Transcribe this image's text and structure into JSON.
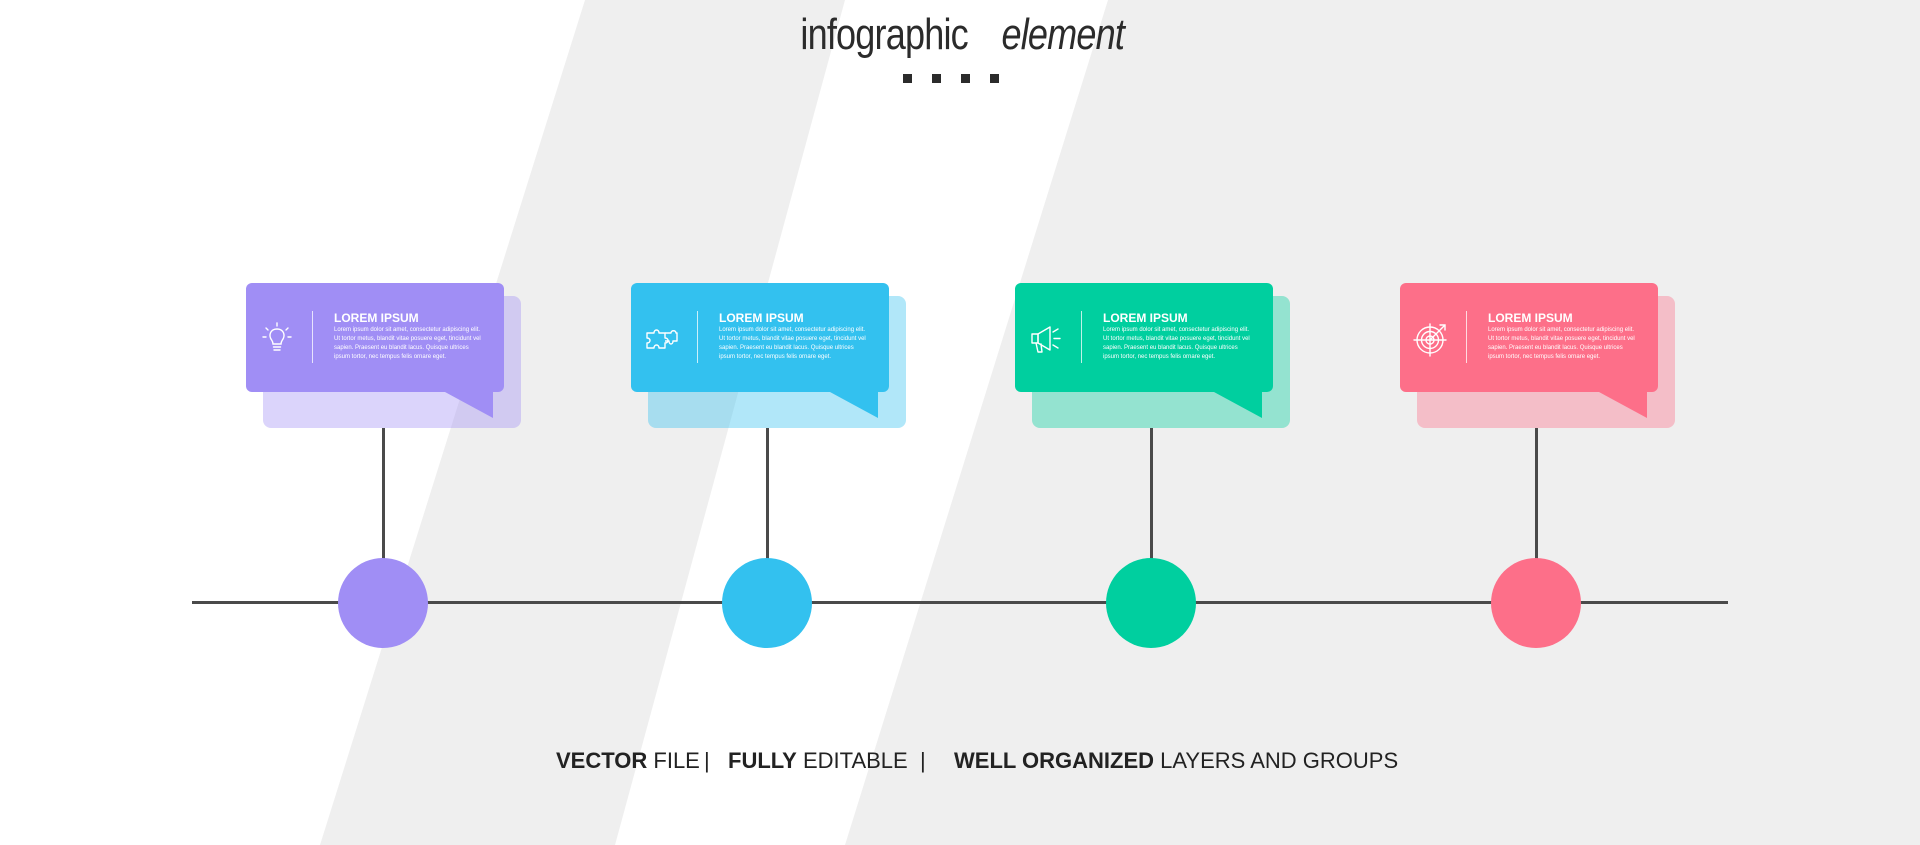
{
  "title": {
    "bold": "infographic",
    "italic": "element"
  },
  "colors": {
    "background": "#efefef",
    "line": "#4a4a4a",
    "step1": "#a08ef5",
    "step2": "#33c1ef",
    "step3": "#00cf9f",
    "step4": "#fd6f89"
  },
  "steps": [
    {
      "icon": "lightbulb-icon",
      "heading": "LOREM IPSUM",
      "text": "Lorem ipsum dolor sit amet, consectetur adipiscing elit. Ut tortor metus, blandit vitae posuere eget, tincidunt vel sapien. Praesent eu blandit lacus. Quisque ultrices ipsum tortor, nec tempus felis ornare eget."
    },
    {
      "icon": "puzzle-icon",
      "heading": "LOREM IPSUM",
      "text": "Lorem ipsum dolor sit amet, consectetur adipiscing elit. Ut tortor metus, blandit vitae posuere eget, tincidunt vel sapien. Praesent eu blandit lacus. Quisque ultrices ipsum tortor, nec tempus felis ornare eget."
    },
    {
      "icon": "megaphone-icon",
      "heading": "LOREM IPSUM",
      "text": "Lorem ipsum dolor sit amet, consectetur adipiscing elit. Ut tortor metus, blandit vitae posuere eget, tincidunt vel sapien. Praesent eu blandit lacus. Quisque ultrices ipsum tortor, nec tempus felis ornare eget."
    },
    {
      "icon": "target-icon",
      "heading": "LOREM IPSUM",
      "text": "Lorem ipsum dolor sit amet, consectetur adipiscing elit. Ut tortor metus, blandit vitae posuere eget, tincidunt vel sapien. Praesent eu blandit lacus. Quisque ultrices ipsum tortor, nec tempus felis ornare eget."
    }
  ],
  "footer": {
    "item1_bold": "VECTOR",
    "item1_rest": " FILE",
    "sep": "|",
    "item2_bold": "FULLY",
    "item2_rest": " EDITABLE",
    "item3_bold": "WELL ORGANIZED",
    "item3_rest": " LAYERS AND GROUPS"
  }
}
